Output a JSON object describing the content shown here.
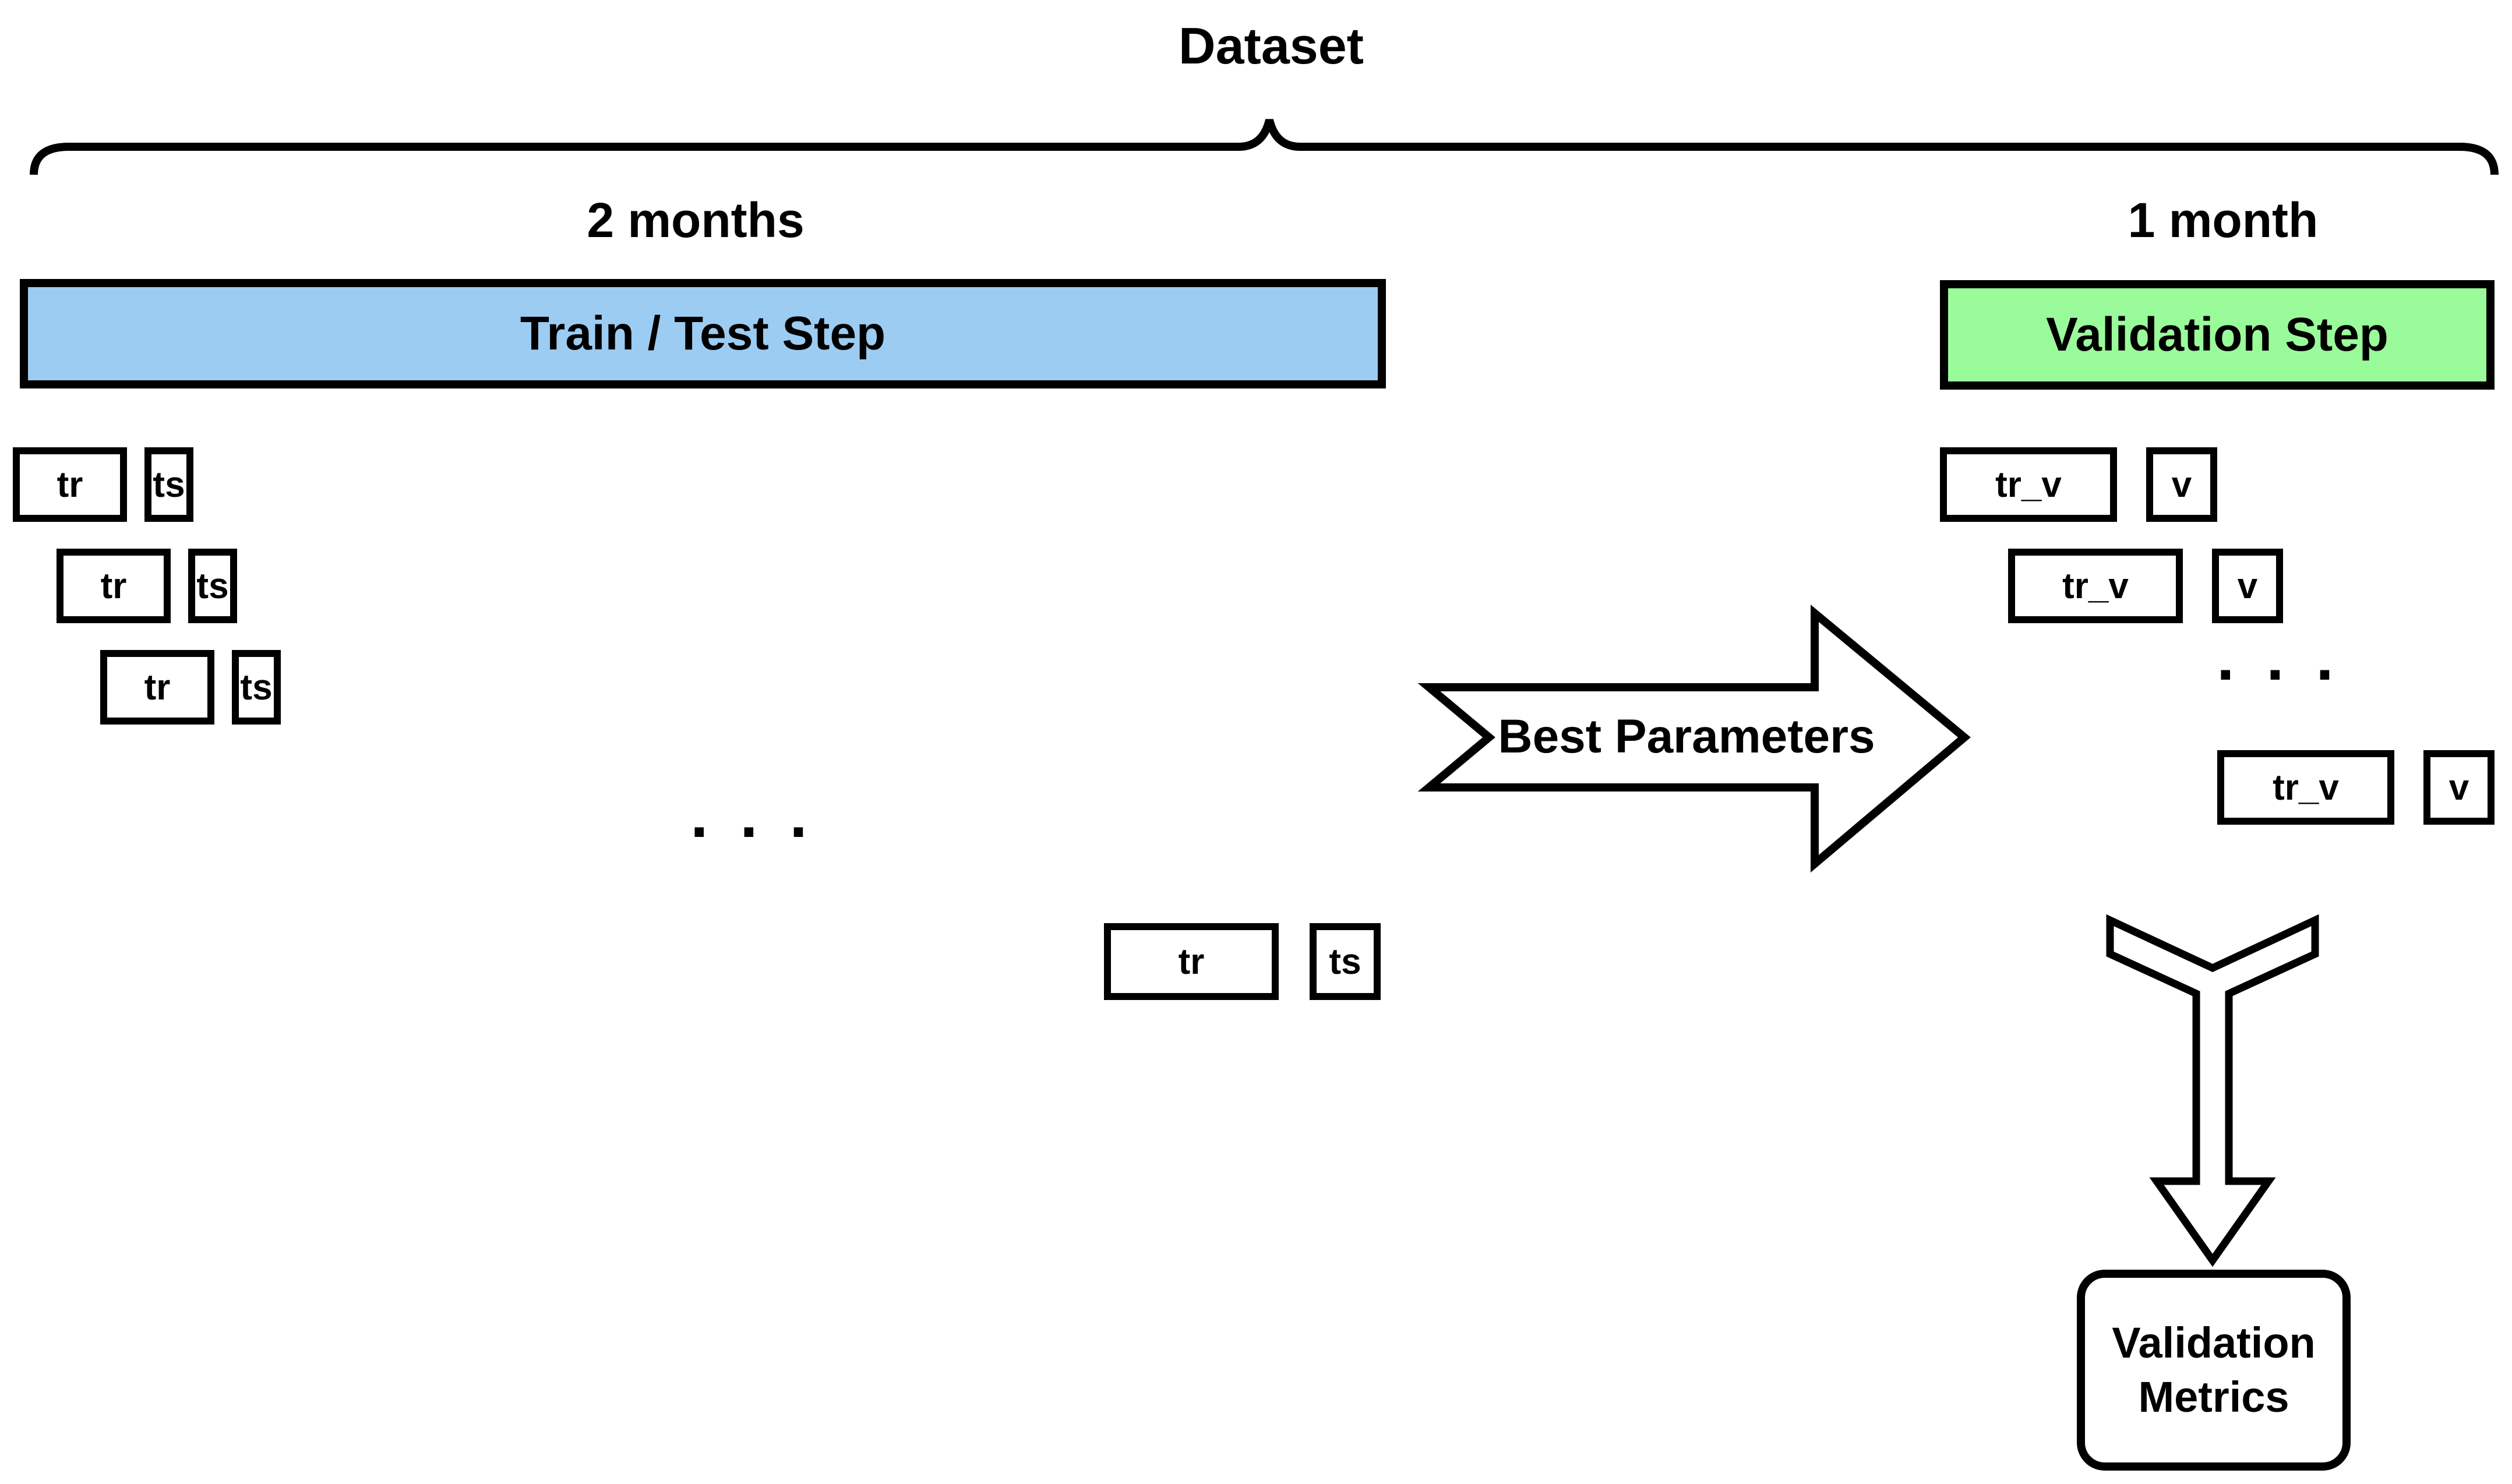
{
  "title": "Dataset",
  "train_test": {
    "duration_label": "2 months",
    "step_label": "Train / Test Step",
    "fill_color": "#9cccf2",
    "ellipsis": ". . .",
    "rows": [
      {
        "train": "tr",
        "test": "ts"
      },
      {
        "train": "tr",
        "test": "ts"
      },
      {
        "train": "tr",
        "test": "ts"
      },
      {
        "train": "tr",
        "test": "ts"
      }
    ]
  },
  "best_parameters": {
    "label": "Best Parameters"
  },
  "validation": {
    "duration_label": "1 month",
    "step_label": "Validation Step",
    "fill_color": "#9afb9a",
    "ellipsis": ". . .",
    "rows": [
      {
        "train": "tr_v",
        "val": "v"
      },
      {
        "train": "tr_v",
        "val": "v"
      },
      {
        "train": "tr_v",
        "val": "v"
      }
    ]
  },
  "output_box": {
    "line1": "Validation",
    "line2": "Metrics"
  },
  "colors": {
    "line": "#000000",
    "background": "#ffffff"
  }
}
